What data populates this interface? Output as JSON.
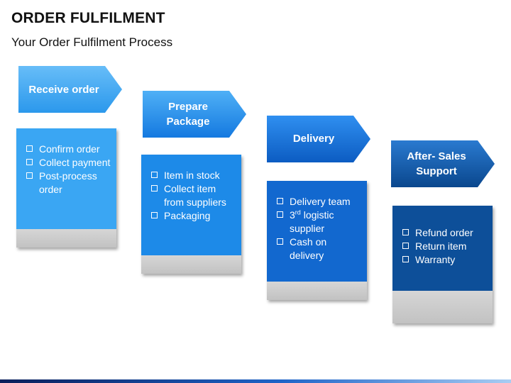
{
  "header": {
    "title": "ORDER FULFILMENT",
    "subtitle": "Your Order Fulfilment Process"
  },
  "steps": [
    {
      "label": "Receive order",
      "color": "#3aa6f3",
      "items": [
        "Confirm order",
        "Collect payment",
        "Post-process order"
      ]
    },
    {
      "label": "Prepare Package",
      "color": "#1d8ae8",
      "items": [
        "Item in stock",
        "Collect item from suppliers",
        "Packaging"
      ]
    },
    {
      "label": "Delivery",
      "color": "#1268cf",
      "items": [
        "Delivery team",
        "logistic supplier",
        "Cash on delivery"
      ],
      "item2_superscript_prefix": "3",
      "item2_superscript": "rd"
    },
    {
      "label": "After- Sales Support",
      "color": "#0d4f99",
      "items": [
        "Refund order",
        "Return item",
        "Warranty"
      ]
    }
  ],
  "colors": {
    "footer_gray": "#c8c8c8",
    "bottom_line_dark": "#0a1e5a",
    "bottom_line_light": "#a9cdf3"
  }
}
